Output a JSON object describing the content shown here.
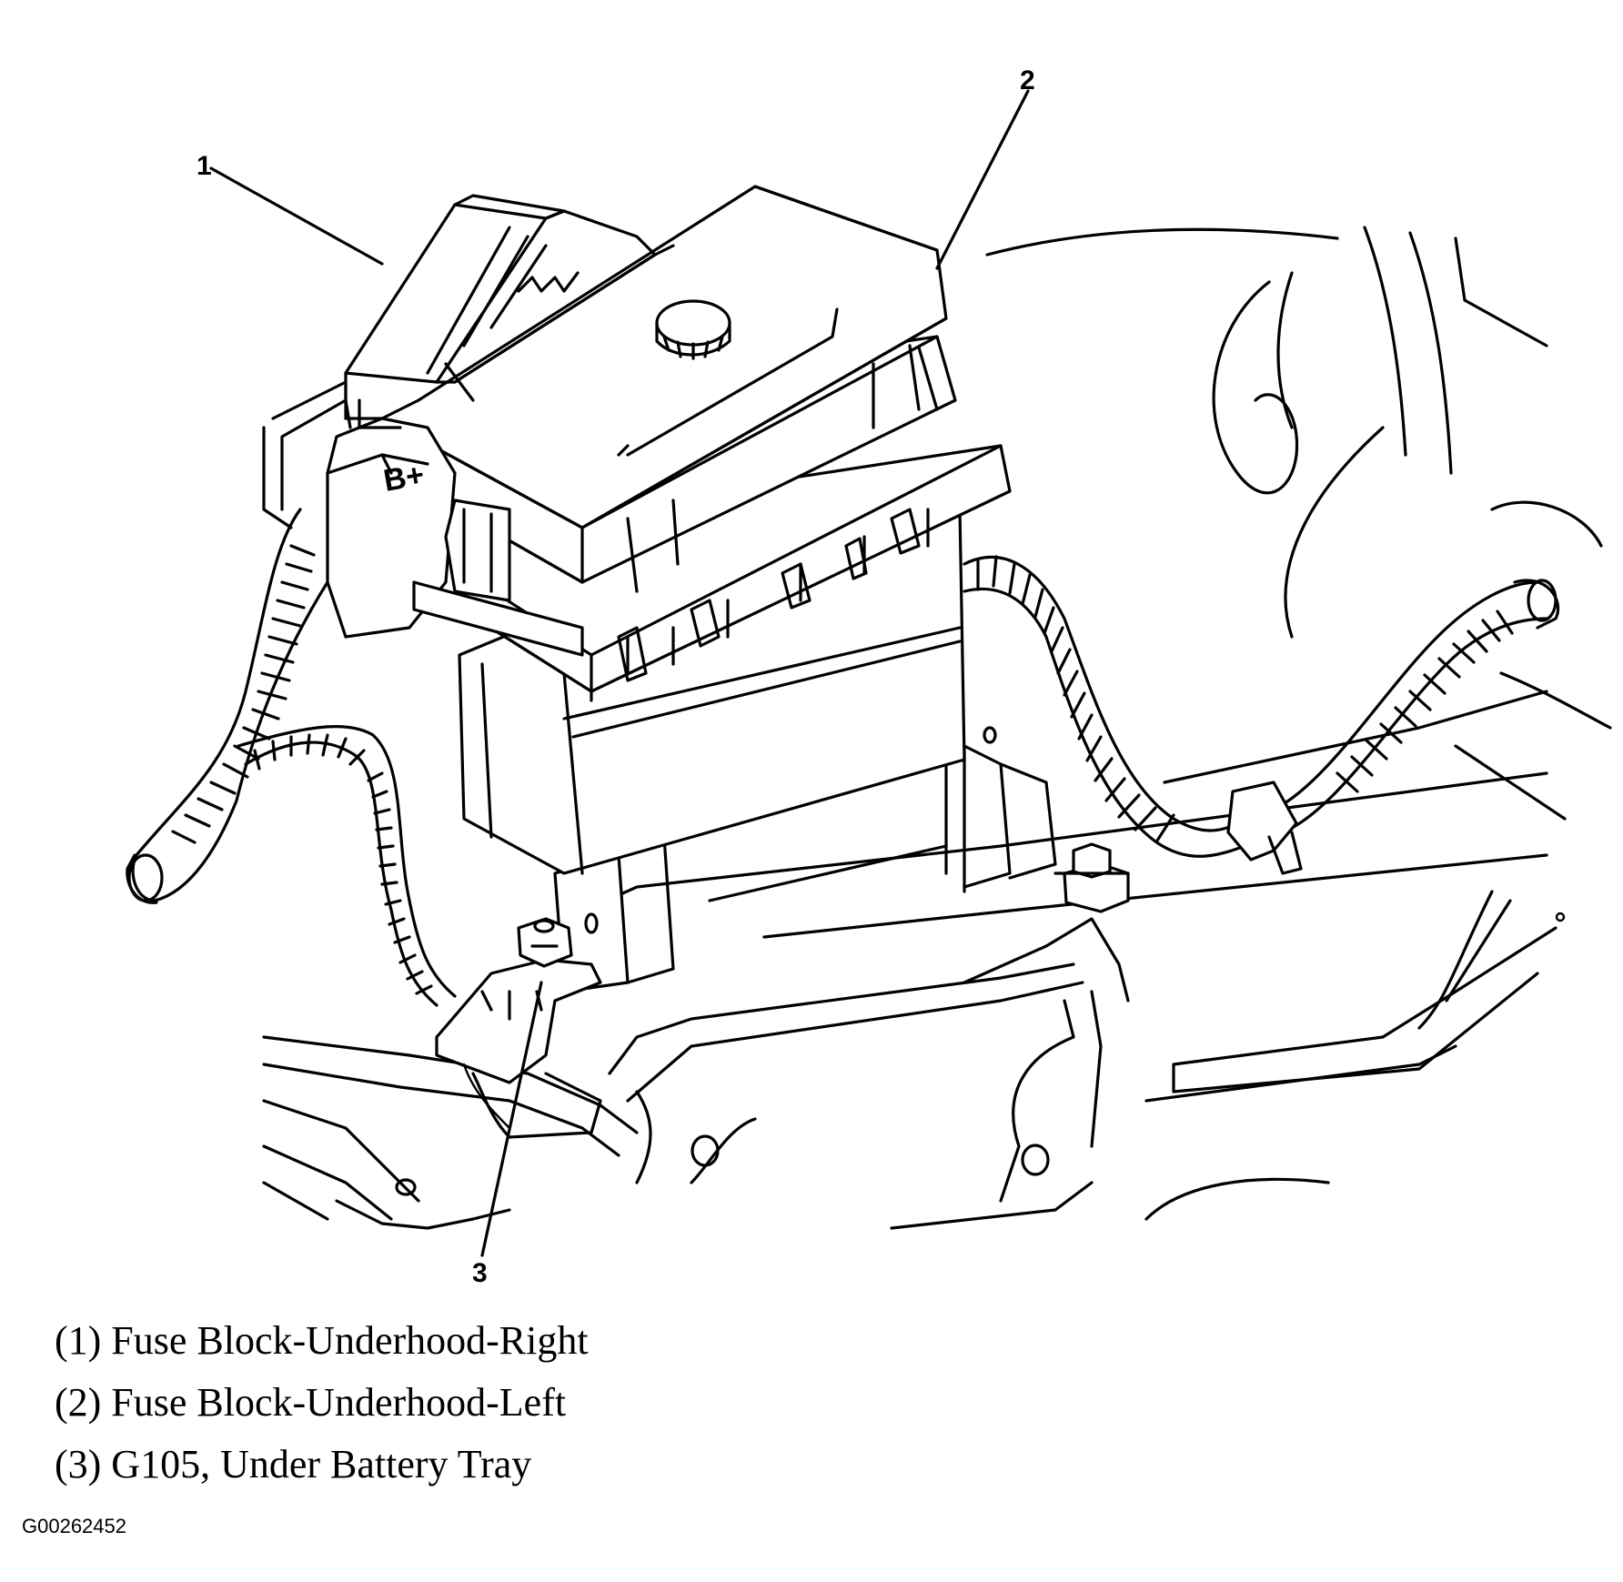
{
  "callouts": {
    "c1": "1",
    "c2": "2",
    "c3": "3"
  },
  "legend": [
    {
      "text": "(1) Fuse Block-Underhood-Right"
    },
    {
      "text": "(2) Fuse Block-Underhood-Left"
    },
    {
      "text": "(3) G105, Under Battery Tray"
    }
  ],
  "figure_id": "G00262452",
  "box_label": "B+"
}
